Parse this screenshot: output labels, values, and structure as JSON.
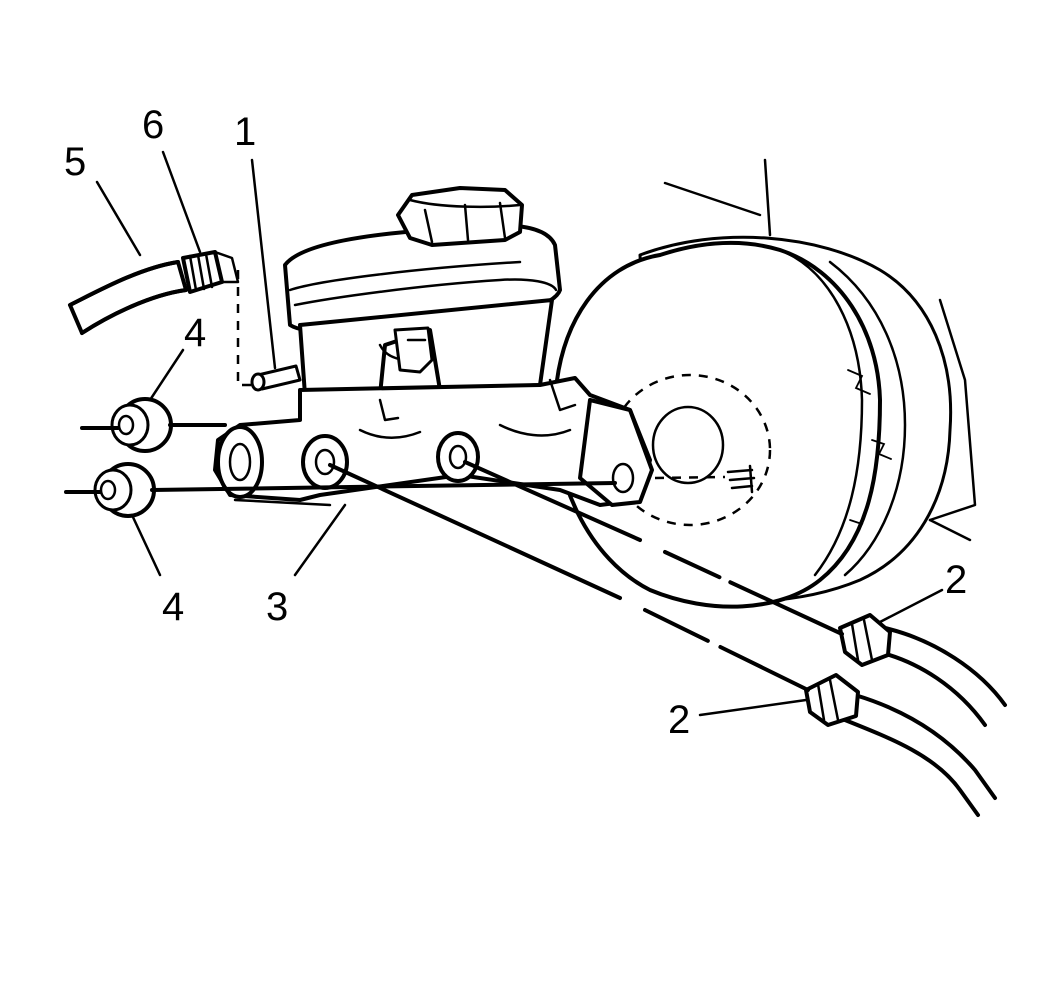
{
  "callouts": {
    "c1": "1",
    "c2a": "2",
    "c2b": "2",
    "c3": "3",
    "c4a": "4",
    "c4b": "4",
    "c5": "5",
    "c6": "6"
  },
  "icons": {
    "cap": "reservoir-cap-icon",
    "booster": "brake-booster-icon"
  },
  "colors": {
    "line": "#000000",
    "background": "#ffffff"
  }
}
